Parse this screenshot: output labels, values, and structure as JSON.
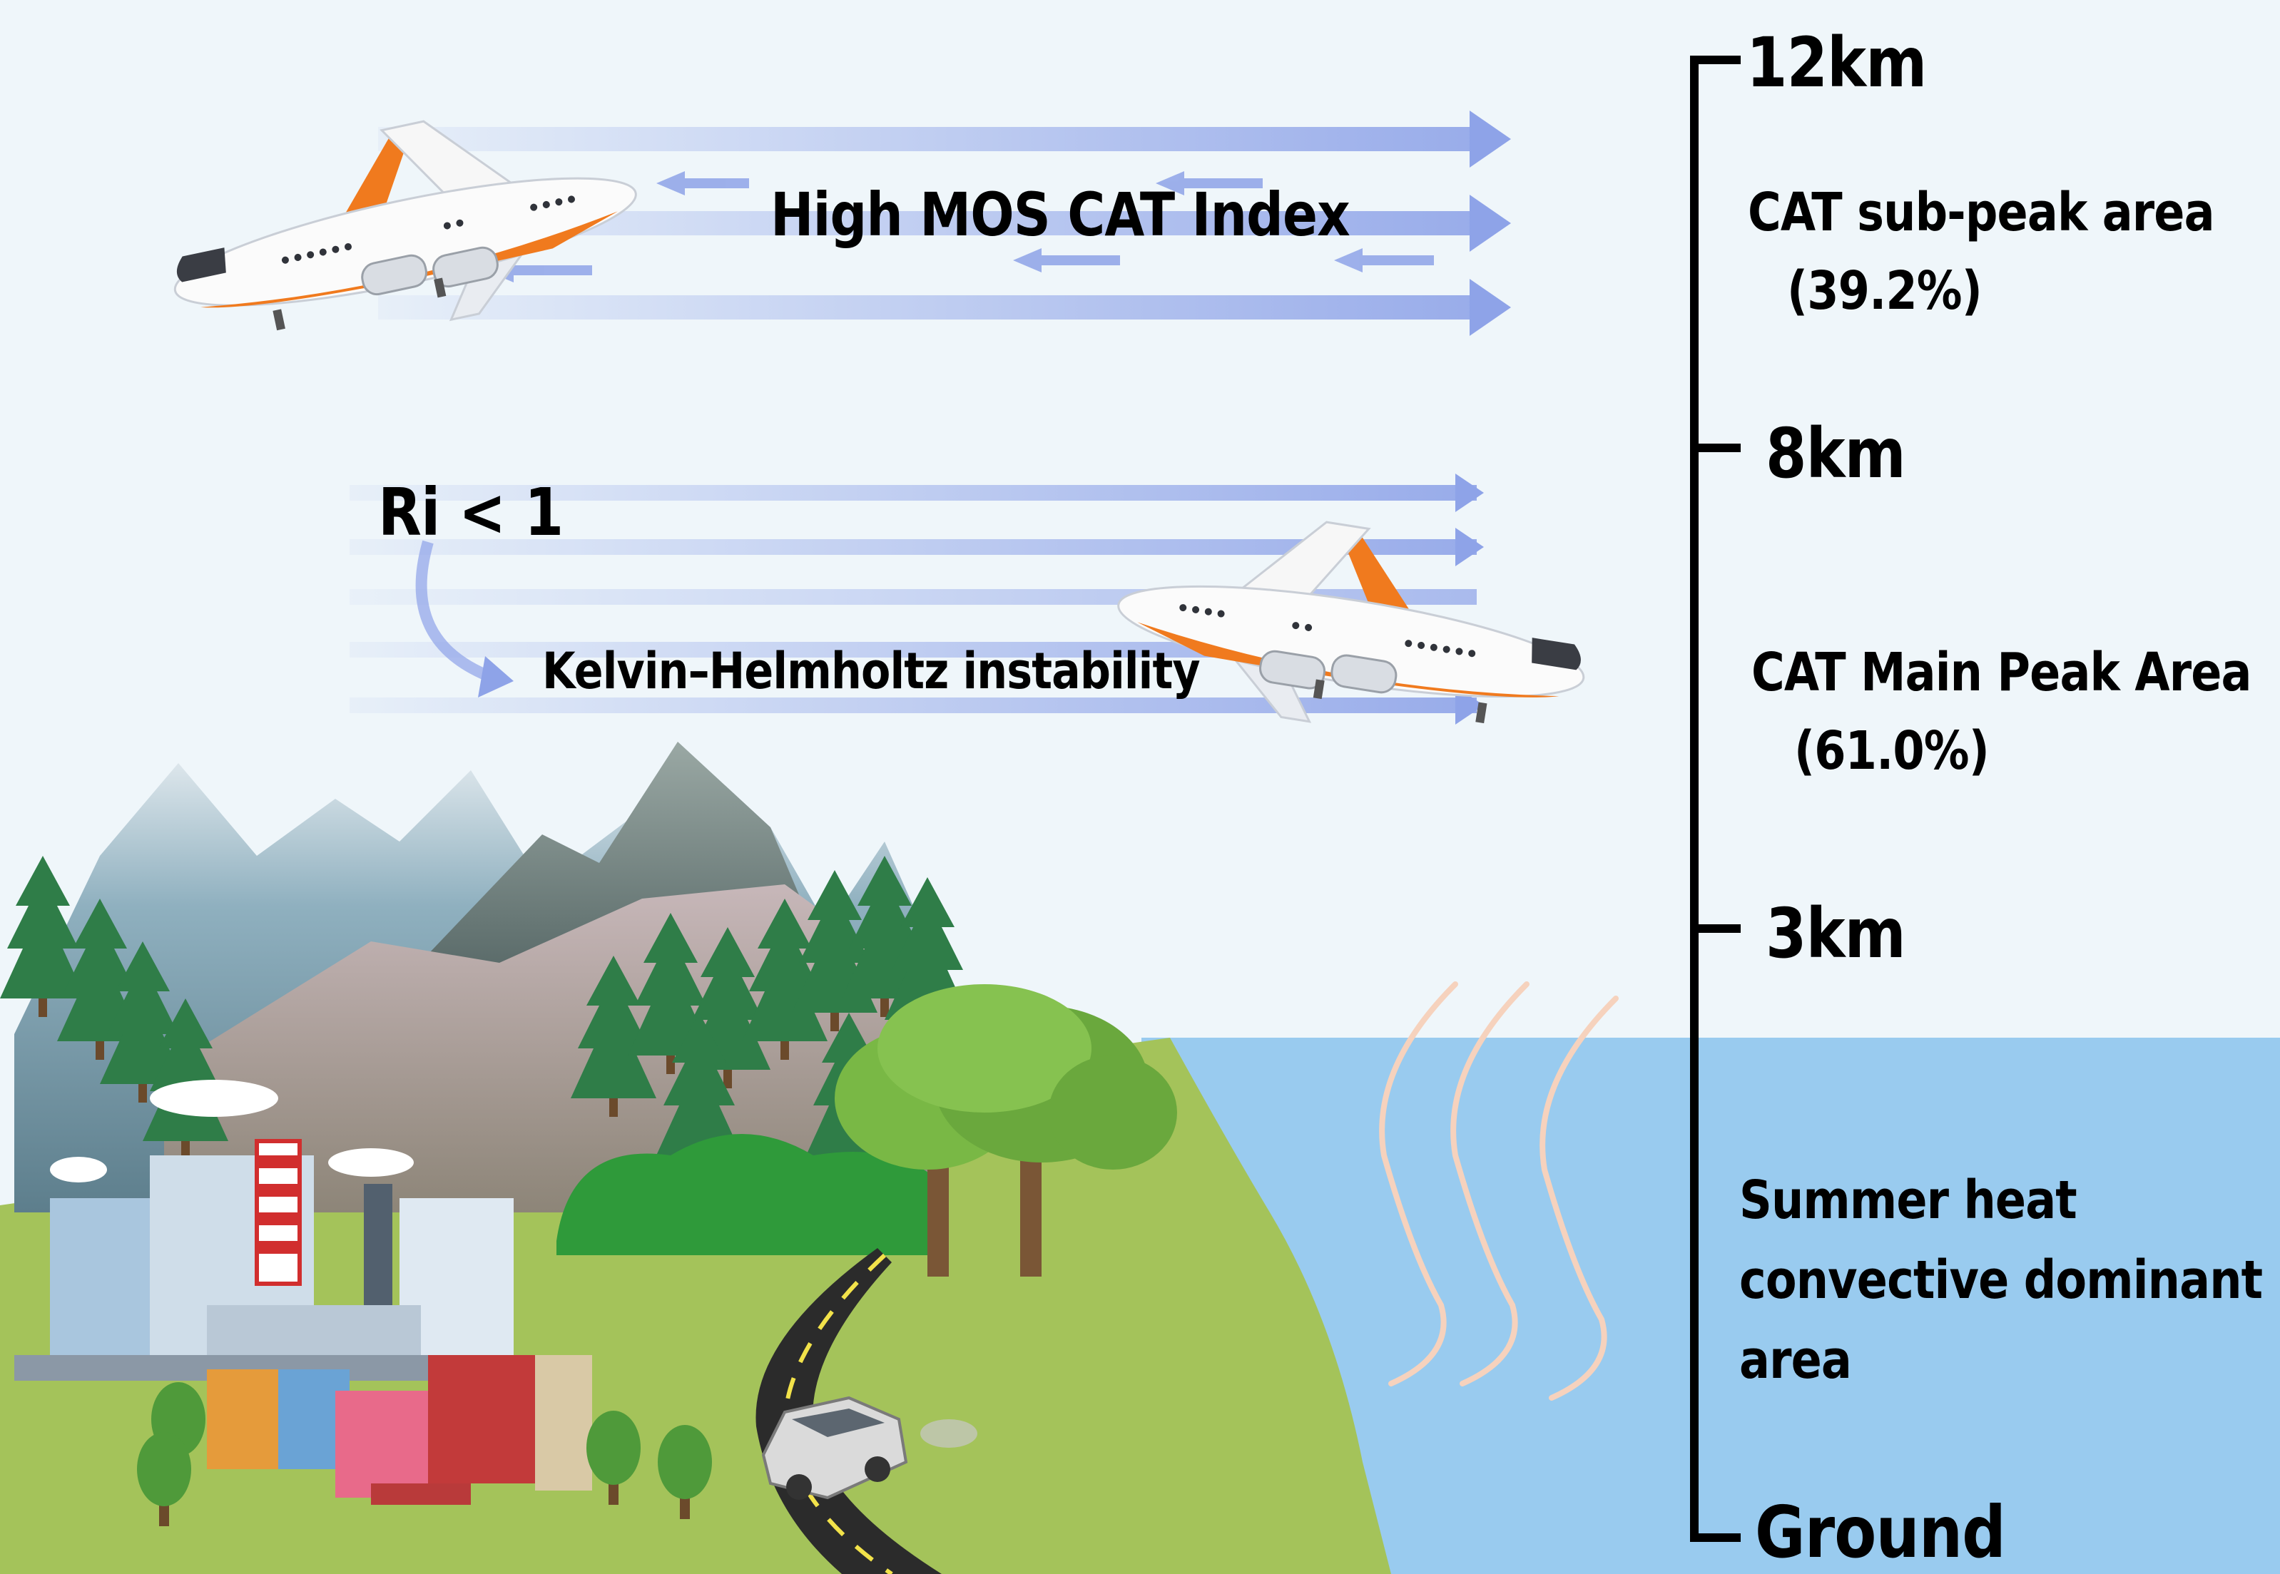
{
  "colors": {
    "sky": "#eff6fa",
    "sea": "#99cbef",
    "grass": "#a4c35a",
    "arrow": "#8ea3e8",
    "plane_accent": "#f07a1e",
    "text": "#000000"
  },
  "labels": {
    "high_mos": "High MOS CAT Index",
    "ri": "Ri < 1",
    "kh": "Kelvin–Helmholtz instability"
  },
  "scale": {
    "alt_12": "12km",
    "alt_8": "8km",
    "alt_3": "3km",
    "ground": "Ground"
  },
  "zones": {
    "sub_peak_title": "CAT sub-peak area",
    "sub_peak_pct": "(39.2%)",
    "main_peak_title": "CAT Main Peak Area",
    "main_peak_pct": "(61.0%)",
    "summer_line1": "Summer heat",
    "summer_line2": "convective dominant",
    "summer_line3": "area"
  },
  "icons": [
    "airplane-icon",
    "factory-icon",
    "mountain-icon",
    "tree-icon",
    "car-icon",
    "heat-wave-icon"
  ]
}
